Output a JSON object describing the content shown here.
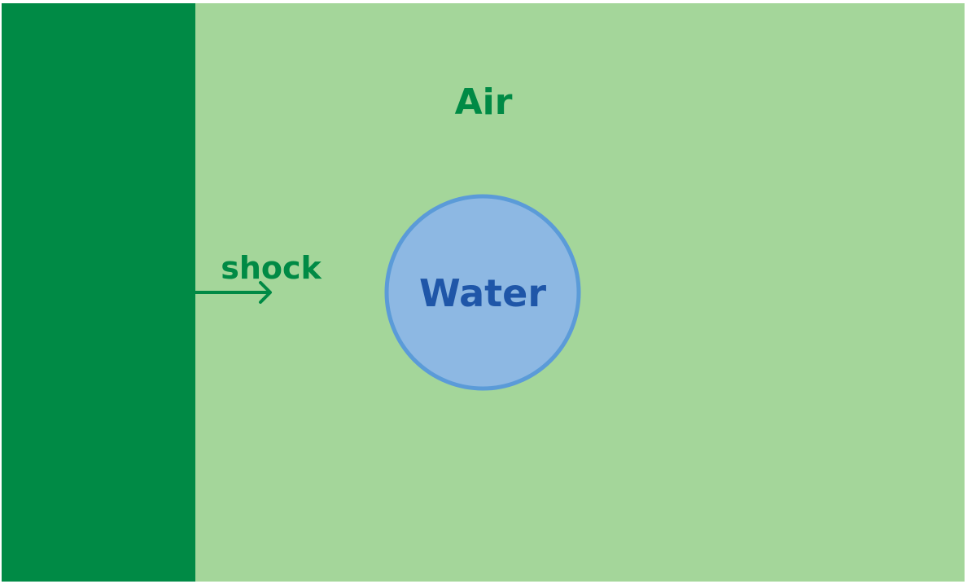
{
  "labels": {
    "air": "Air",
    "water": "Water",
    "shock": "shock"
  },
  "colors": {
    "air_region": "#a4d69a",
    "shocked_region": "#008a45",
    "water_fill": "#8db8e3",
    "water_stroke": "#5b9bd8",
    "water_text": "#1f56a8",
    "air_text": "#008a45",
    "shock_arrow": "#008a45"
  }
}
